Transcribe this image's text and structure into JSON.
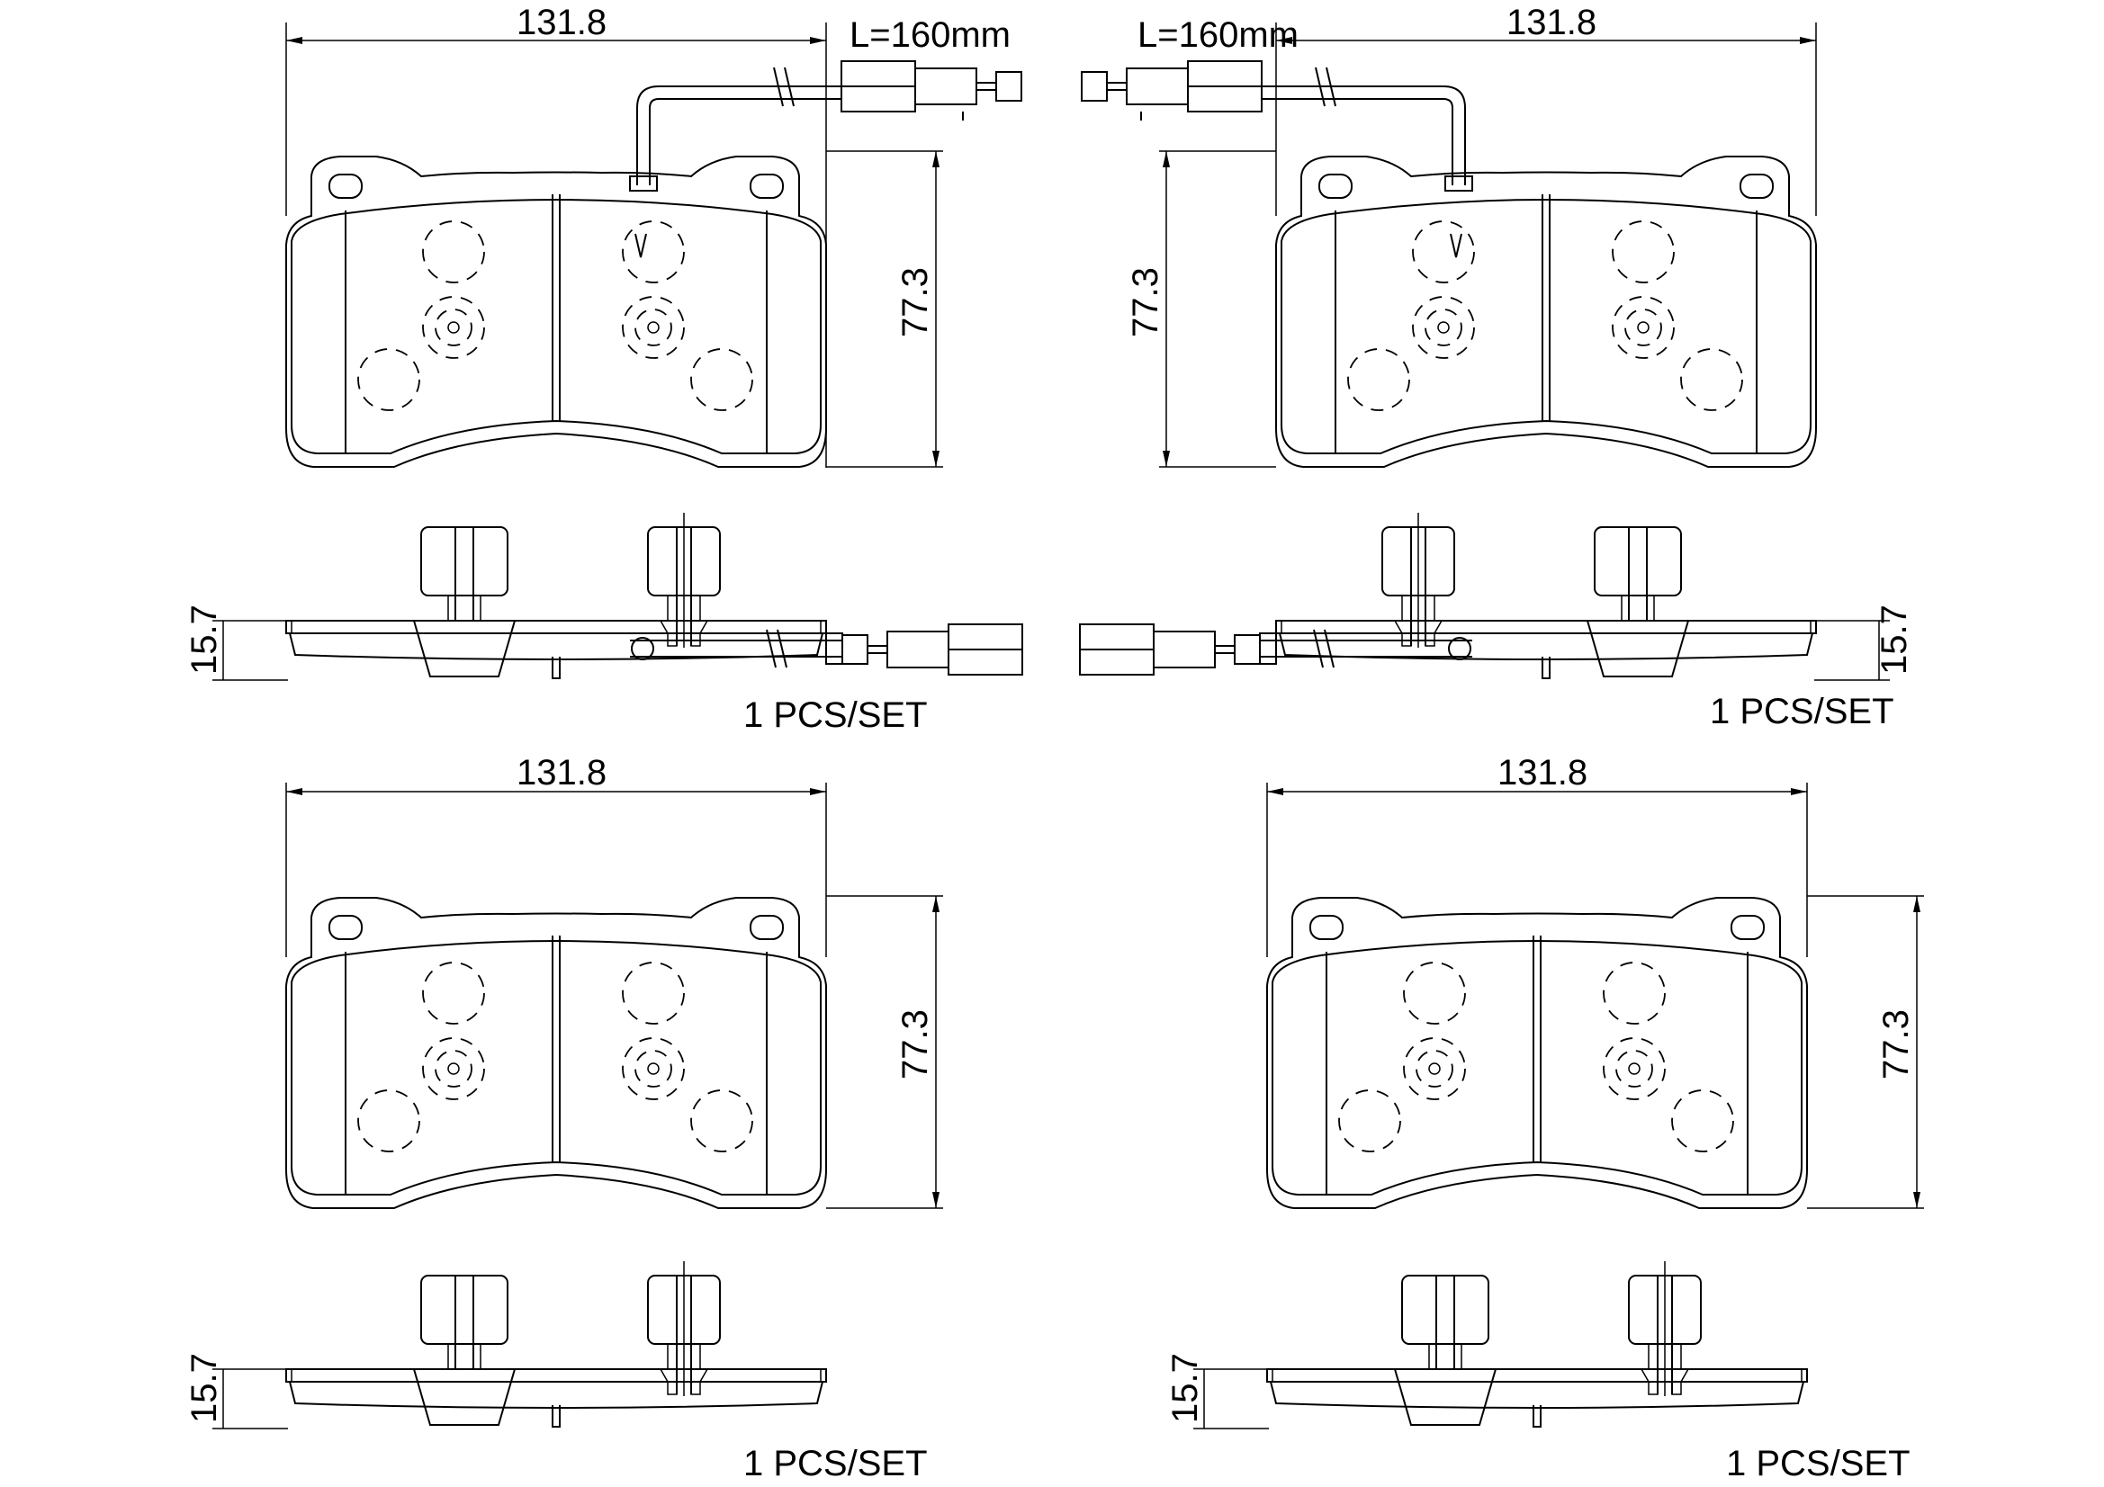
{
  "panels": [
    {
      "width_label": "131.8",
      "height_label": "77.3",
      "thickness_label": "15.7",
      "qty_label": "1   PCS/SET",
      "sensor_label": "L=160mm",
      "has_sensor": true
    },
    {
      "width_label": "131.8",
      "height_label": "77.3",
      "thickness_label": "15.7",
      "qty_label": "1   PCS/SET",
      "sensor_label": "L=160mm",
      "has_sensor": true
    },
    {
      "width_label": "131.8",
      "height_label": "77.3",
      "thickness_label": "15.7",
      "qty_label": "1   PCS/SET",
      "has_sensor": false
    },
    {
      "width_label": "131.8",
      "height_label": "77.3",
      "thickness_label": "15.7",
      "qty_label": "1   PCS/SET",
      "has_sensor": false
    }
  ]
}
